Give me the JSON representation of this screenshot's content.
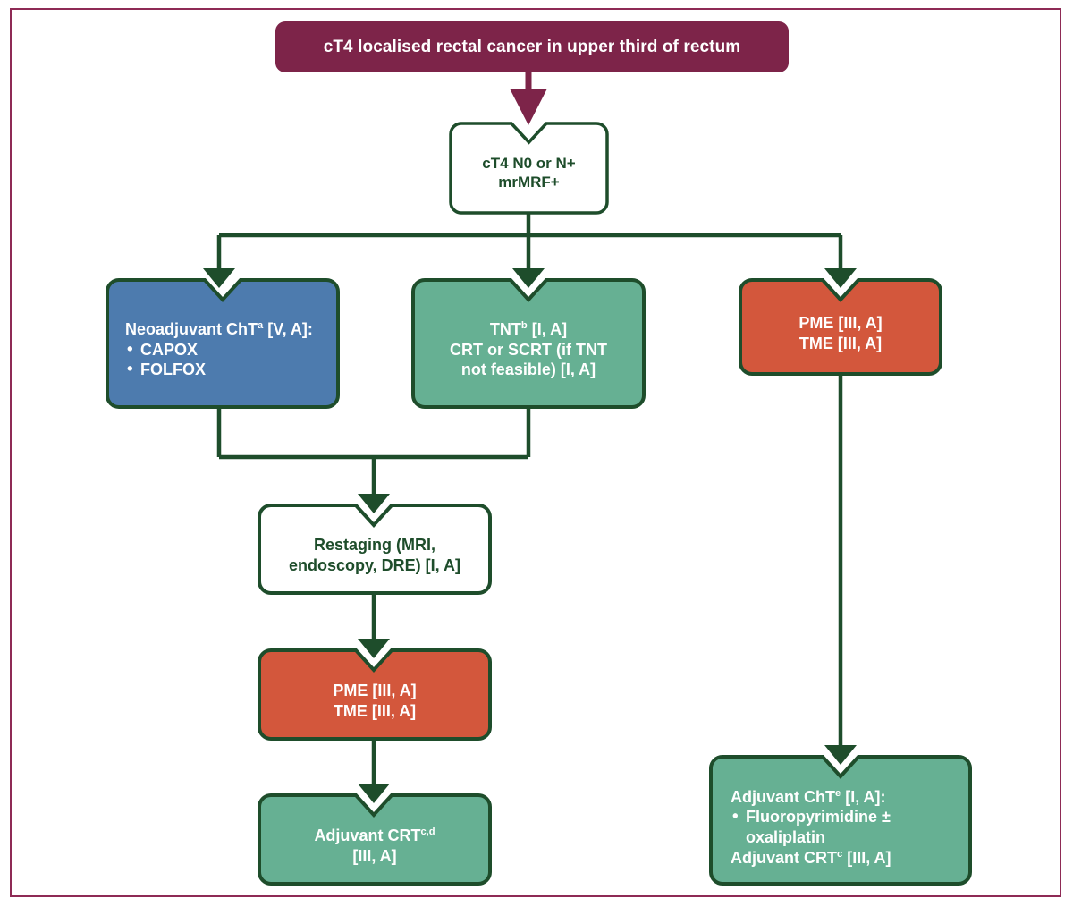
{
  "colors": {
    "frame": "#8E2A55",
    "header_fill": "#7D2449",
    "connector": "#1E4D2B",
    "box_border": "#1E4D2B",
    "blue_fill": "#4D7BAE",
    "green_fill": "#66B093",
    "orange_fill": "#D3573C",
    "white_fill": "#FFFFFF",
    "text_on_color": "#FFFFFF",
    "text_on_white": "#1E4D2B"
  },
  "header": {
    "title": "cT4 localised rectal cancer in upper third of rectum"
  },
  "nodes": {
    "staging": {
      "line1": "cT4 N0 or N+",
      "line2": "mrMRF+"
    },
    "neoadjuvant_cht": {
      "title_pre": "Neoadjuvant ChT",
      "title_sup": "a",
      "title_post": " [V, A]:",
      "bullets": [
        "CAPOX",
        "FOLFOX"
      ]
    },
    "tnt": {
      "line1_pre": "TNT",
      "line1_sup": "b",
      "line1_post": " [I, A]",
      "line2": "CRT or SCRT (if TNT",
      "line3": "not feasible) [I, A]"
    },
    "pme_tme_right": {
      "line1": "PME [III, A]",
      "line2": "TME [III, A]"
    },
    "restaging": {
      "line1": "Restaging (MRI,",
      "line2": "endoscopy, DRE) [I, A]"
    },
    "pme_tme_center": {
      "line1": "PME [III, A]",
      "line2": "TME [III, A]"
    },
    "adjuvant_crt": {
      "line1_pre": "Adjuvant CRT",
      "line1_sup": "c,d",
      "line2": "[III, A]"
    },
    "adjuvant_cht": {
      "title_pre": "Adjuvant ChT",
      "title_sup": "e",
      "title_post": " [I, A]:",
      "bullet1_a": "Fluoropyrimidine ±",
      "bullet1_b": "oxaliplatin",
      "last_pre": "Adjuvant CRT",
      "last_sup": "c",
      "last_post": " [III, A]"
    }
  }
}
